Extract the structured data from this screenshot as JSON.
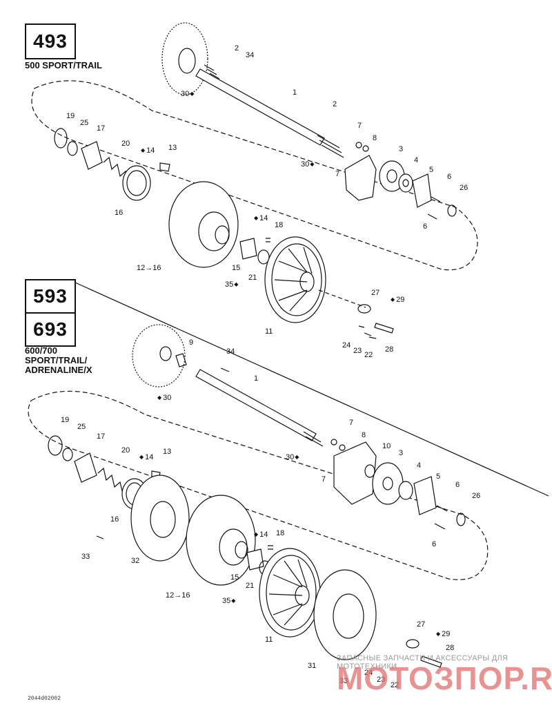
{
  "panels": {
    "top": {
      "box": "493",
      "model": [
        "500 SPORT/TRAIL"
      ]
    },
    "bottom": {
      "boxes": [
        "593",
        "693"
      ],
      "model": [
        "600/700",
        "SPORT/TRAIL/",
        "ADRENALINE/X"
      ]
    }
  },
  "callouts_top": {
    "c1": "1",
    "c2a": "2",
    "c2b": "2",
    "c34": "34",
    "c30a": "30",
    "c30b": "30",
    "c7a": "7",
    "c7b": "7",
    "c8": "8",
    "c3": "3",
    "c4": "4",
    "c5": "5",
    "c6a": "6",
    "c6b": "6",
    "c26": "26",
    "c19": "19",
    "c25": "25",
    "c17": "17",
    "c20": "20",
    "c14a": "14",
    "c13": "13",
    "c16": "16",
    "c14b": "14",
    "c18": "18",
    "c15": "15",
    "c21": "21",
    "c35": "35",
    "c1216": "12→16",
    "c11": "11",
    "c27": "27",
    "c29": "29",
    "c24": "24",
    "c23": "23",
    "c22": "22",
    "c28": "28"
  },
  "callouts_bottom": {
    "c9": "9",
    "c34": "34",
    "c1": "1",
    "c30a": "30",
    "c30b": "30",
    "c7a": "7",
    "c7b": "7",
    "c8": "8",
    "c10": "10",
    "c3": "3",
    "c4": "4",
    "c5": "5",
    "c6a": "6",
    "c6b": "6",
    "c26": "26",
    "c19": "19",
    "c25": "25",
    "c17": "17",
    "c20": "20",
    "c14a": "14",
    "c13": "13",
    "c16": "16",
    "c33a": "33",
    "c32": "32",
    "c14b": "14",
    "c18": "18",
    "c15": "15",
    "c21": "21",
    "c1216": "12→16",
    "c35": "35",
    "c11": "11",
    "c27": "27",
    "c29": "29",
    "c28": "28",
    "c31": "31",
    "c33b": "33",
    "c24": "24",
    "c23": "23",
    "c22": "22"
  },
  "drawing_code": "2044d02002",
  "watermark": {
    "line1": "ЗАПАСНЫЕ ЗАПЧАСТИ И АКСЕССУАРЫ ДЛЯ МОТОТЕХНИКИ",
    "line2": "МОТОЗПОР.RU"
  }
}
